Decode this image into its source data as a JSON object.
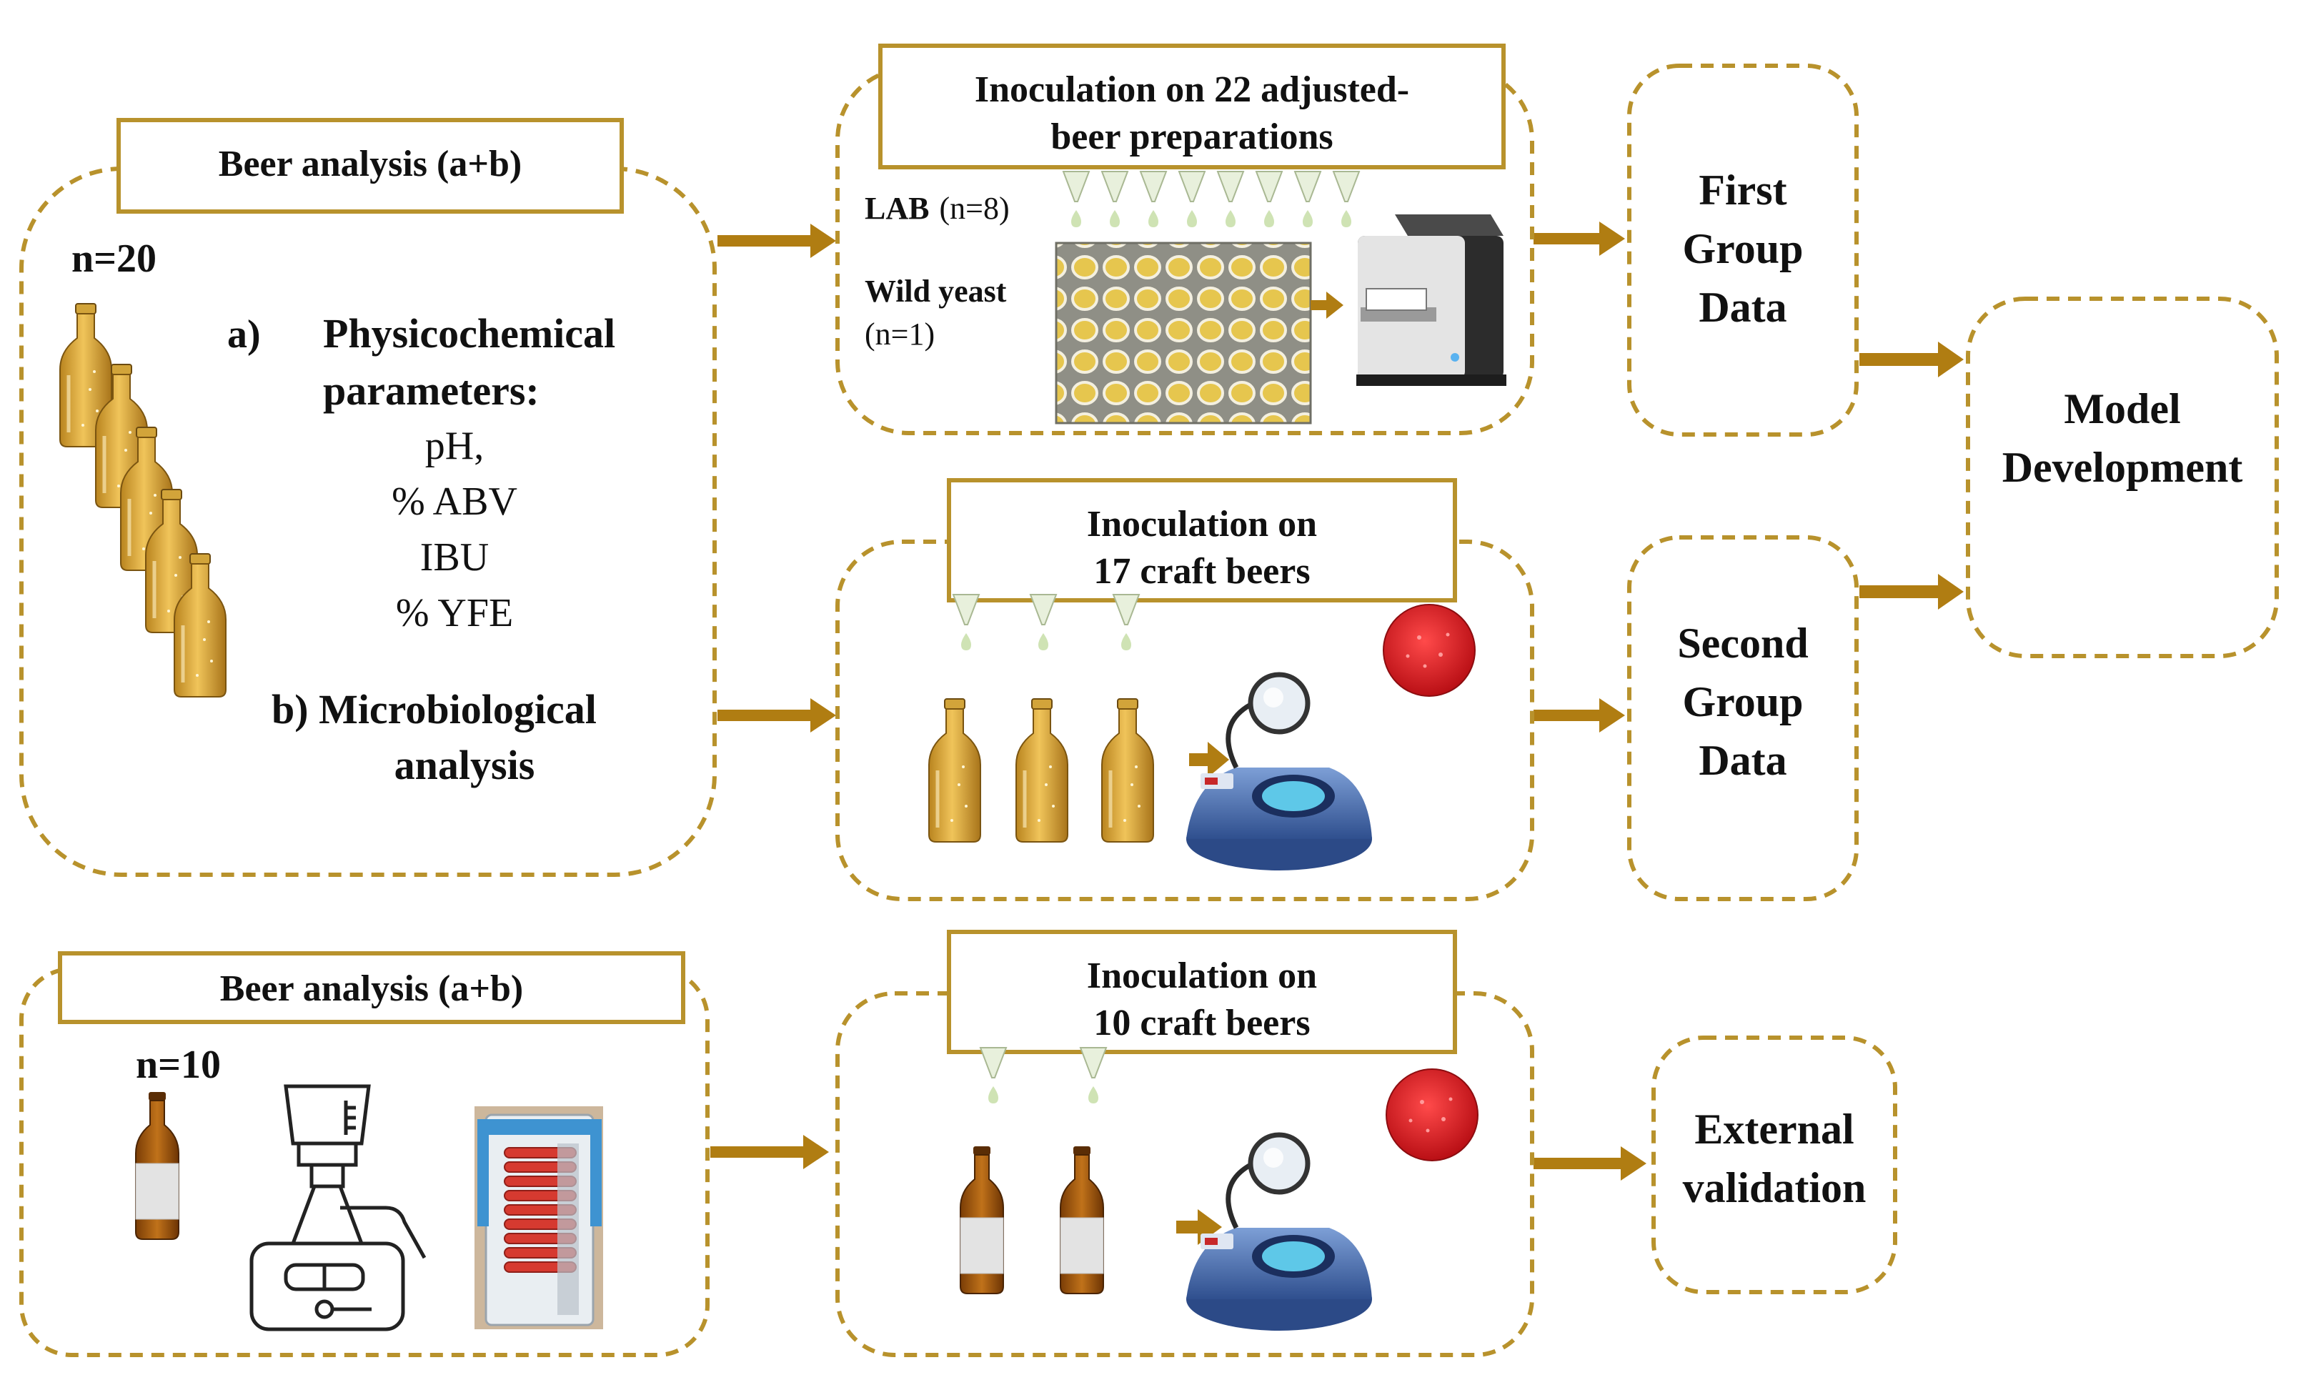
{
  "colors": {
    "border": "#b8922c",
    "arrow": "#b07d12",
    "beer": "#d9a538",
    "petri": "#e21f26",
    "instrument": "#4a6fae"
  },
  "icons": [
    "beer-bottle-icon",
    "pipette-tip-icon",
    "microplate-icon",
    "plate-reader-icon",
    "colony-counter-icon",
    "petri-dish-icon",
    "vacuum-filtration-icon",
    "anaerobic-jar-icon"
  ],
  "panel_a": {
    "title": "Beer analysis (a+b)",
    "n": "n=20",
    "a_marker": "a)",
    "a_title_1": "Physicochemical",
    "a_title_2": "parameters:",
    "params": [
      "pH,",
      "% ABV",
      "IBU",
      "% YFE"
    ],
    "b_title_1": "b) Microbiological",
    "b_title_2": "analysis"
  },
  "panel_b": {
    "title_1": "Inoculation on 22 adjusted-",
    "title_2": "beer preparations",
    "lab_label": "LAB",
    "lab_n": "(n=8)",
    "wild_label": "Wild yeast",
    "wild_n": "(n=1)"
  },
  "panel_c": {
    "title_1": "Inoculation on",
    "title_2": "17 craft beers"
  },
  "panel_d": {
    "title": "Beer analysis (a+b)",
    "n": "n=10"
  },
  "panel_e": {
    "title_1": "Inoculation on",
    "title_2": "10 craft beers"
  },
  "outputs": {
    "first": [
      "First",
      "Group",
      "Data"
    ],
    "second": [
      "Second",
      "Group",
      "Data"
    ],
    "model": [
      "Model",
      "Development"
    ],
    "external": [
      "External",
      "validation"
    ]
  }
}
